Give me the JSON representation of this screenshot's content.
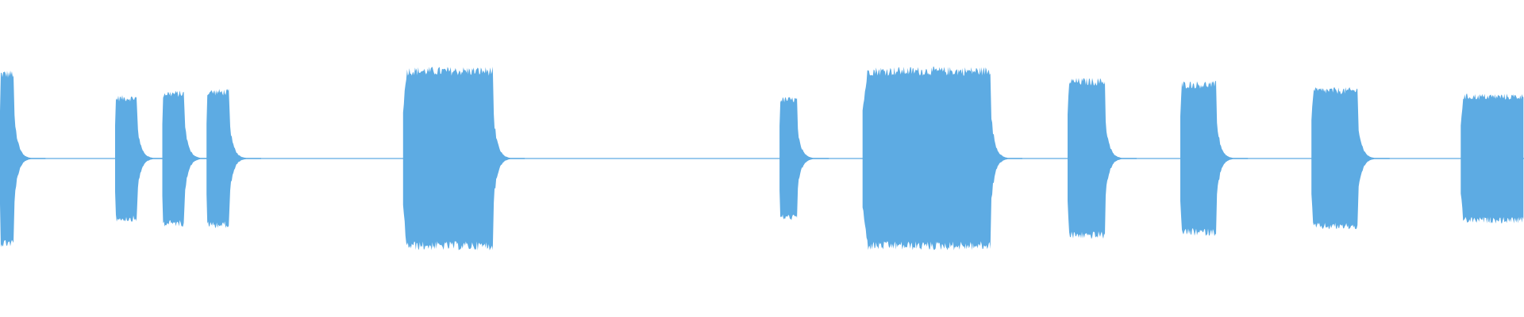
{
  "waveform": {
    "color": "#5DABE3",
    "background": "#FFFFFF",
    "duration_fraction_visible": 1.0,
    "segments": [
      {
        "start": 0.0,
        "end": 0.009,
        "amplitude": 0.56,
        "decay": "tail"
      },
      {
        "start": 0.0755,
        "end": 0.09,
        "amplitude": 0.4,
        "decay": "tail"
      },
      {
        "start": 0.1065,
        "end": 0.121,
        "amplitude": 0.43,
        "decay": "tail"
      },
      {
        "start": 0.1355,
        "end": 0.1505,
        "amplitude": 0.44,
        "decay": "tail"
      },
      {
        "start": 0.2645,
        "end": 0.3235,
        "amplitude": 0.58,
        "decay": "tail"
      },
      {
        "start": 0.5115,
        "end": 0.523,
        "amplitude": 0.39,
        "decay": "tail"
      },
      {
        "start": 0.566,
        "end": 0.65,
        "amplitude": 0.58,
        "decay": "tail"
      },
      {
        "start": 0.7005,
        "end": 0.725,
        "amplitude": 0.51,
        "decay": "tail"
      },
      {
        "start": 0.7745,
        "end": 0.798,
        "amplitude": 0.49,
        "decay": "tail"
      },
      {
        "start": 0.8605,
        "end": 0.891,
        "amplitude": 0.45,
        "decay": "tail"
      },
      {
        "start": 0.9585,
        "end": 1.0,
        "amplitude": 0.41,
        "decay": "none"
      }
    ]
  }
}
